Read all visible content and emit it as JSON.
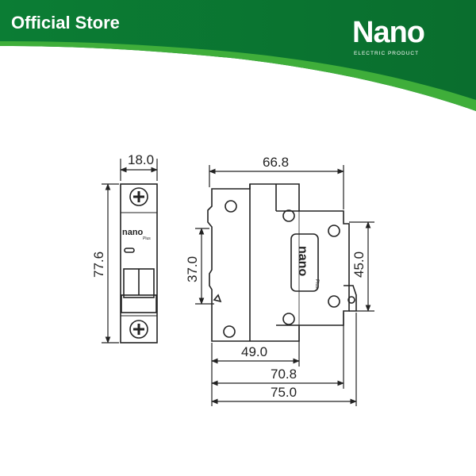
{
  "header": {
    "store_label": "Official Store",
    "brand": "Nano",
    "tagline": "ELECTRIC PRODUCT",
    "colors": {
      "green_dark": "#0a7a32",
      "green_light": "#3fae3a",
      "text": "#ffffff"
    }
  },
  "drawing": {
    "front_view": {
      "width_dim": "18.0",
      "height_dim": "77.6",
      "device_brand": "nano",
      "device_sub": "Plus"
    },
    "side_view": {
      "top_dim": "66.8",
      "left_dim": "37.0",
      "right_dim": "45.0",
      "bottom_dims": [
        "49.0",
        "70.8",
        "75.0"
      ],
      "label_brand": "nano",
      "label_sub": "Plus"
    }
  }
}
